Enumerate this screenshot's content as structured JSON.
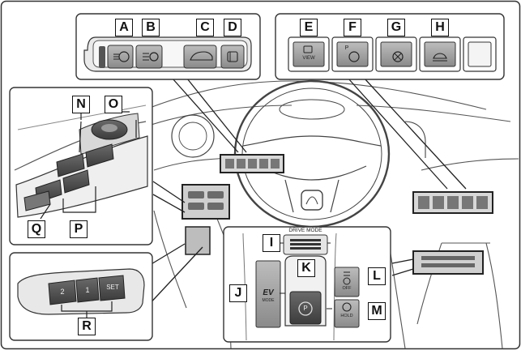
{
  "callouts": {
    "A": "A",
    "B": "B",
    "C": "C",
    "D": "D",
    "E": "E",
    "F": "F",
    "G": "G",
    "H": "H",
    "I": "I",
    "J": "J",
    "K": "K",
    "L": "L",
    "M": "M",
    "N": "N",
    "O": "O",
    "P": "P",
    "Q": "Q",
    "R": "R"
  },
  "icon_text": {
    "view": "VIEW",
    "f_letter": "P",
    "drive_mode": "DRIVE MODE",
    "ev": "EV",
    "ev_sub": "MODE",
    "off": "OFF",
    "hold": "HOLD",
    "p_symbol": "P"
  },
  "seat_memory": {
    "btn1": "2",
    "btn2": "1",
    "btn3": "SET"
  }
}
